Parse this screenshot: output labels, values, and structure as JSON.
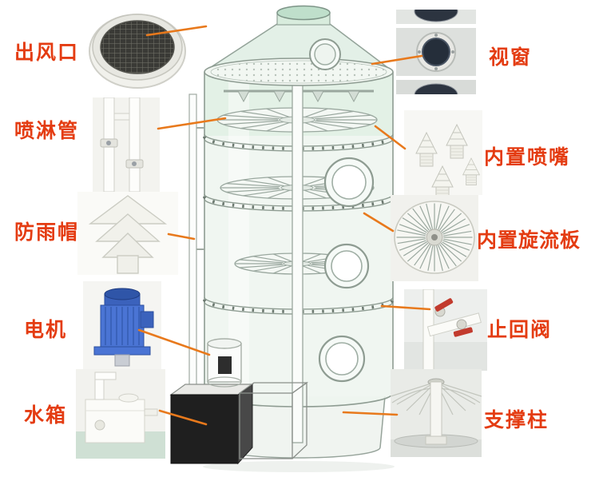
{
  "colors": {
    "label_text": "#e43c12",
    "leader_line": "#e8791c",
    "motor_blue": "#4a74d4",
    "tower_tint": "#e3f0e7",
    "valve_handle_red": "#c23b2e"
  },
  "parts": {
    "left": [
      {
        "label": "出风口",
        "name": "air-outlet"
      },
      {
        "label": "喷淋管",
        "name": "spray-pipe"
      },
      {
        "label": "防雨帽",
        "name": "rain-cap"
      },
      {
        "label": "电机",
        "name": "motor"
      },
      {
        "label": "水箱",
        "name": "water-tank"
      }
    ],
    "right": [
      {
        "label": "视窗",
        "name": "sight-window"
      },
      {
        "label": "内置喷嘴",
        "name": "built-in-nozzle"
      },
      {
        "label": "内置旋流板",
        "name": "built-in-swirl-plate"
      },
      {
        "label": "止回阀",
        "name": "check-valve"
      },
      {
        "label": "支撑柱",
        "name": "support-column"
      }
    ]
  },
  "thumbnails": [
    "air-outlet-photo",
    "spray-pipe-photo",
    "rain-cap-photo",
    "motor-photo",
    "water-tank-photo",
    "sight-window-photo",
    "nozzle-photo",
    "swirl-plate-photo",
    "check-valve-photo",
    "support-column-photo"
  ]
}
